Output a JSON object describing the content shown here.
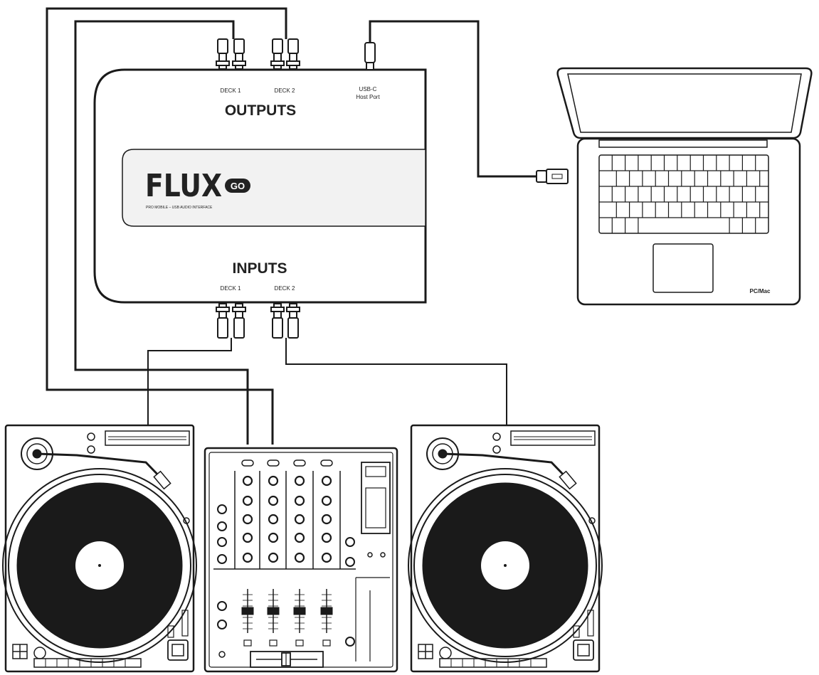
{
  "device": {
    "outputs_title": "OUTPUTS",
    "inputs_title": "INPUTS",
    "out_deck1": "DECK 1",
    "out_deck2": "DECK 2",
    "usb_line1": "USB-C",
    "usb_line2": "Host Port",
    "in_deck1": "DECK 1",
    "in_deck2": "DECK 2",
    "logo_text": "FLUX",
    "logo_badge": "GO",
    "tagline": "PRO MOBILE – USB AUDIO INTERFACE"
  },
  "laptop": {
    "label": "PC/Mac"
  },
  "colors": {
    "line": "#1a1a1a",
    "panel": "#ffffff",
    "band": "#f2f2f2"
  }
}
